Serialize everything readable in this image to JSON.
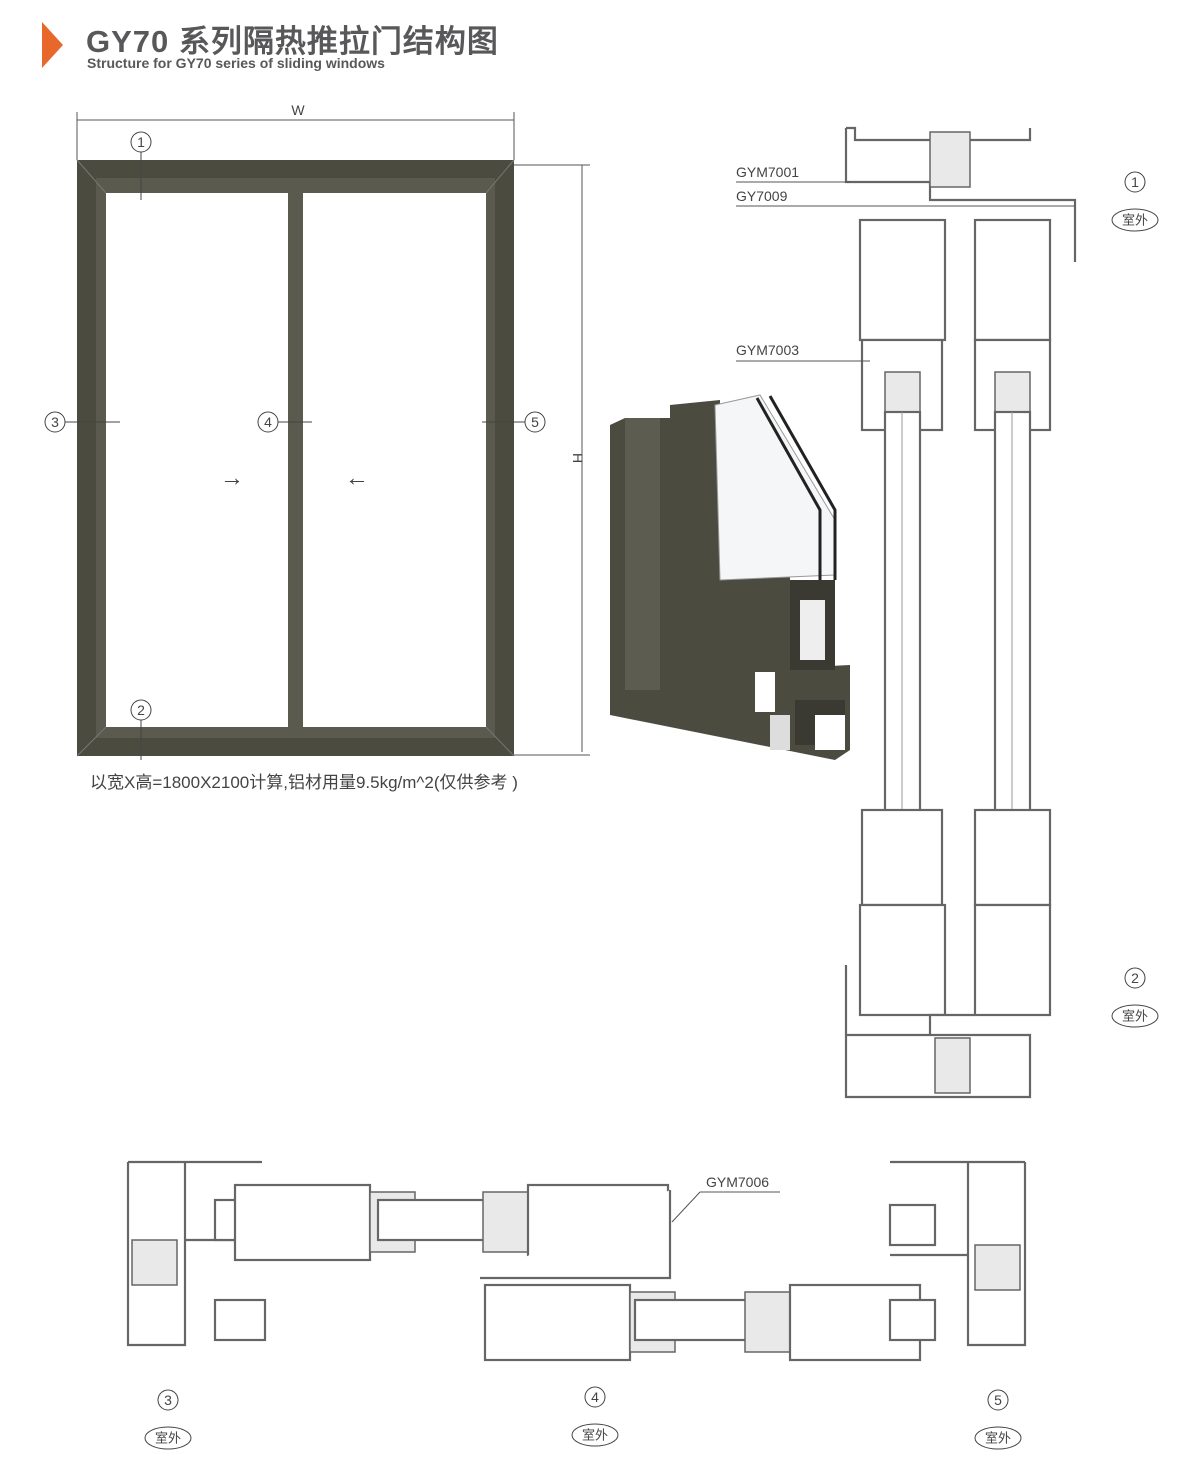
{
  "header": {
    "title": "GY70 系列隔热推拉门结构图",
    "subtitle": "Structure for GY70 series of sliding windows",
    "accent_color": "#e8672a"
  },
  "elevation": {
    "width_label": "W",
    "height_label": "H",
    "markers": [
      "1",
      "2",
      "3",
      "4",
      "5"
    ],
    "frame_color": "#4b4b40",
    "caption": "以宽X高=1800X2100计算,铝材用量9.5kg/m^2(仅供参考 )"
  },
  "vertical_section": {
    "labels": [
      "GYM7001",
      "GY7009",
      "GYM7003"
    ],
    "markers": [
      "1",
      "2"
    ],
    "outdoor_tag": "室外"
  },
  "horizontal_section": {
    "labels": [
      "GYM7006"
    ],
    "markers": [
      "3",
      "4",
      "5"
    ],
    "outdoor_tag": "室外"
  }
}
